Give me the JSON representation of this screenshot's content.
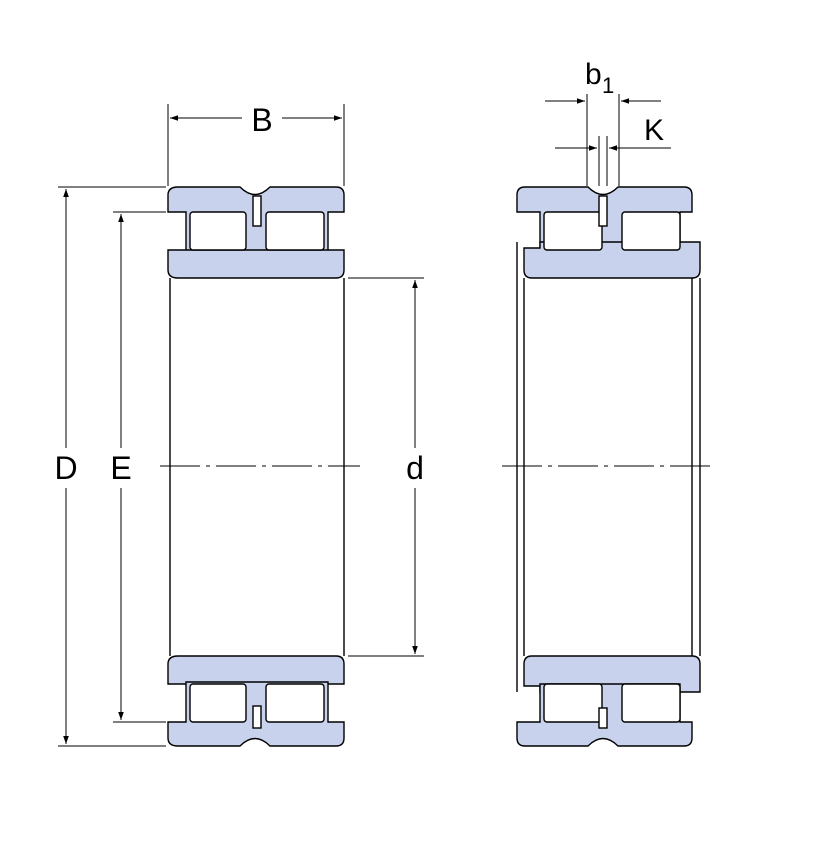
{
  "labels": {
    "B": "B",
    "D": "D",
    "E": "E",
    "d": "d",
    "b1_main": "b",
    "b1_sub": "1",
    "K": "K"
  },
  "colors": {
    "ring_fill": "#c9d2ec",
    "line": "#000000",
    "background": "#ffffff"
  }
}
